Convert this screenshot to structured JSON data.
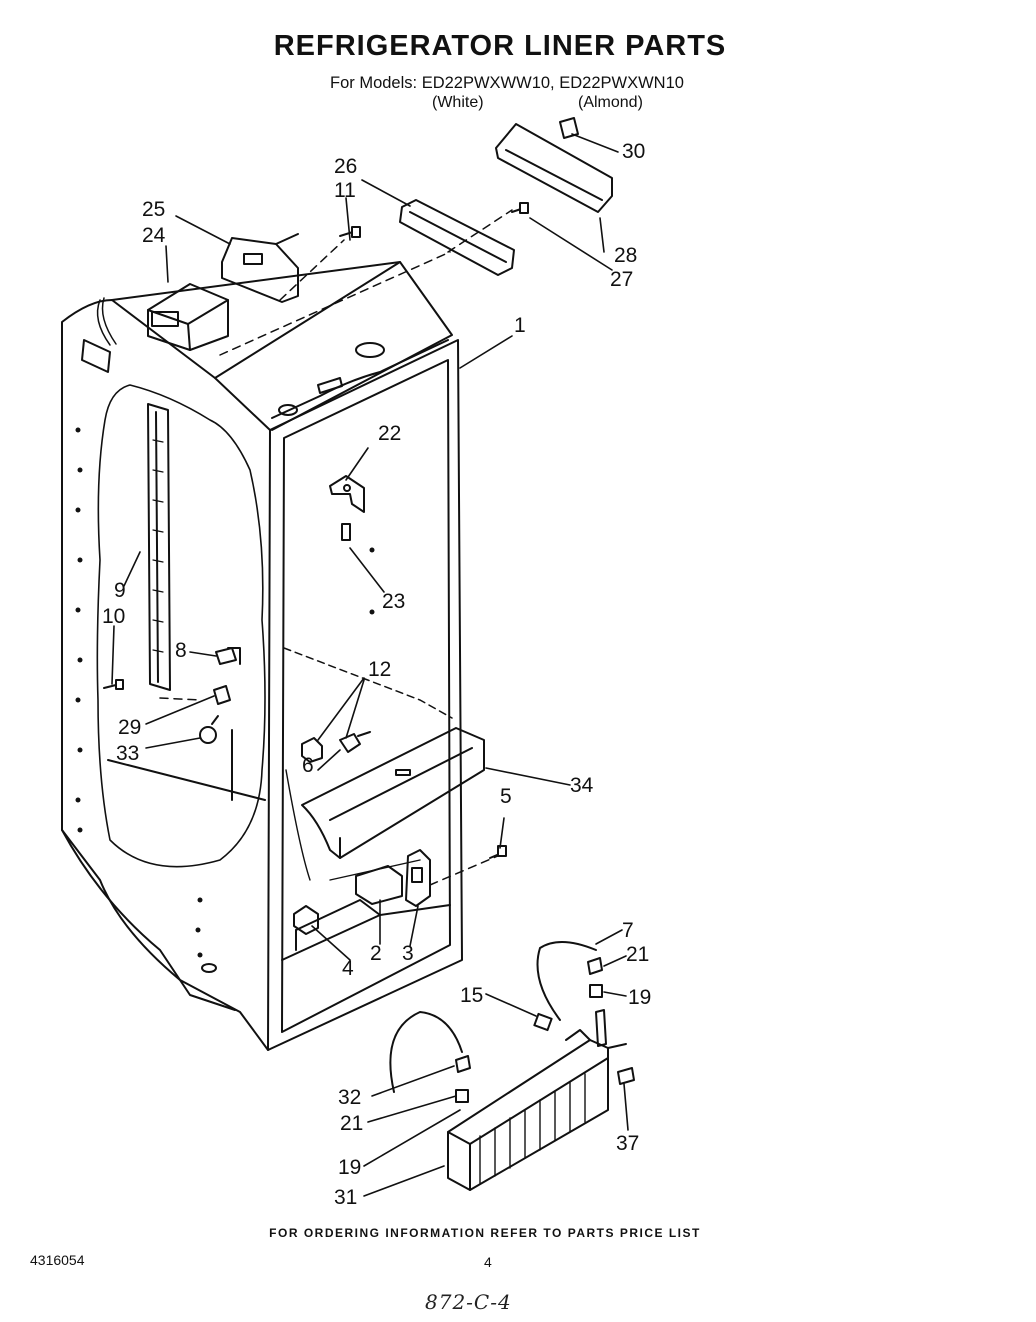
{
  "header": {
    "title": "REFRIGERATOR LINER PARTS",
    "models": "For Models: ED22PWXWW10, ED22PWXWN10",
    "finish_white": "(White)",
    "finish_almond": "(Almond)"
  },
  "callouts": {
    "c1": "1",
    "c2": "2",
    "c3": "3",
    "c4": "4",
    "c5": "5",
    "c6": "6",
    "c7": "7",
    "c8": "8",
    "c9": "9",
    "c10": "10",
    "c11": "11",
    "c12": "12",
    "c15": "15",
    "c19a": "19",
    "c19b": "19",
    "c21a": "21",
    "c21b": "21",
    "c22": "22",
    "c23": "23",
    "c24": "24",
    "c25": "25",
    "c26": "26",
    "c27": "27",
    "c28": "28",
    "c29": "29",
    "c30": "30",
    "c31": "31",
    "c32": "32",
    "c33": "33",
    "c34": "34",
    "c37": "37"
  },
  "footer": {
    "ordering_note": "FOR ORDERING INFORMATION REFER TO PARTS PRICE LIST",
    "doc_number": "4316054",
    "page_number": "4",
    "handwritten_code": "872-C-4"
  }
}
